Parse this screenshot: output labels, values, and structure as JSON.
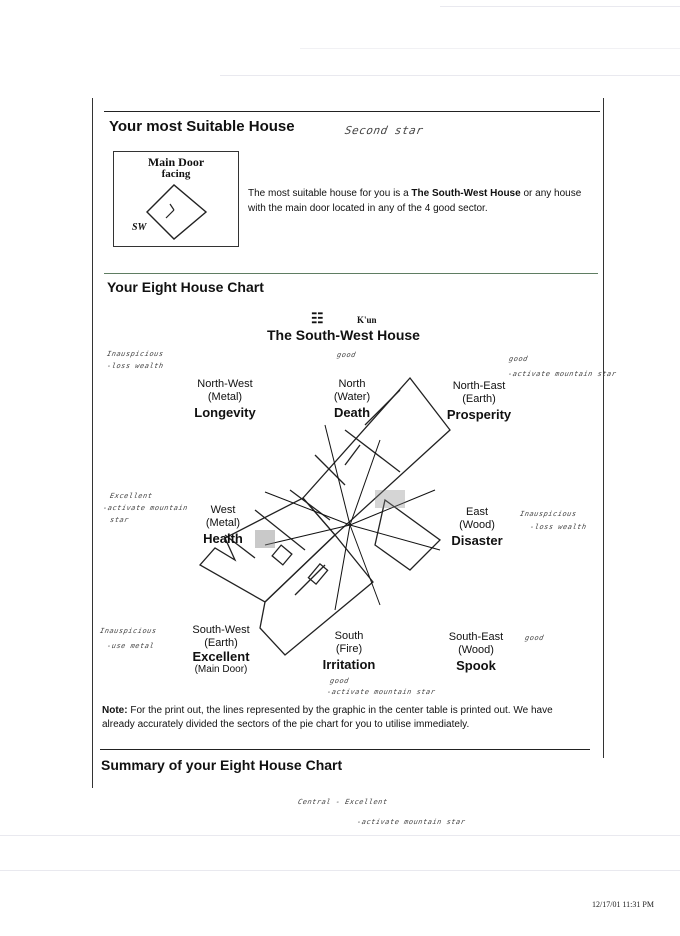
{
  "suitable": {
    "heading": "Your most Suitable House",
    "handnote": "Second star",
    "door_title": "Main Door",
    "door_sub": "facing",
    "door_dir": "SW",
    "text_a": "The most suitable house for you is a ",
    "text_b": "The South-West House",
    "text_c": " or any house with the main door located in any of the 4 good sector."
  },
  "chart": {
    "heading": "Your Eight House Chart",
    "trigram_name": "K'un",
    "house_title": "The South-West House",
    "sectors": [
      {
        "dir": "North-West",
        "element": "(Metal)",
        "quality": "Longevity"
      },
      {
        "dir": "North",
        "element": "(Water)",
        "quality": "Death"
      },
      {
        "dir": "North-East",
        "element": "(Earth)",
        "quality": "Prosperity"
      },
      {
        "dir": "West",
        "element": "(Metal)",
        "quality": "Health"
      },
      {
        "dir": "East",
        "element": "(Wood)",
        "quality": "Disaster"
      },
      {
        "dir": "South-West",
        "element": "(Earth)",
        "quality": "Excellent",
        "extra": "(Main Door)"
      },
      {
        "dir": "South",
        "element": "(Fire)",
        "quality": "Irritation"
      },
      {
        "dir": "South-East",
        "element": "(Wood)",
        "quality": "Spook"
      }
    ],
    "handnotes": {
      "nw_1": "Inauspicious",
      "nw_2": "-loss wealth",
      "n": "good",
      "ne_1": "good",
      "ne_2": "-activate mountain star",
      "w_1": "Excellent",
      "w_2": "-activate mountain",
      "w_3": "star",
      "e_1": "Inauspicious",
      "e_2": "-loss wealth",
      "sw_1": "Inauspicious",
      "sw_2": "-use metal",
      "se": "good",
      "s_1": "good",
      "s_2": "-activate mountain star"
    }
  },
  "note": {
    "label": "Note:",
    "text": " For the print out, the lines represented by the graphic in the center table is printed out. We have already accurately divided the sectors of the pie chart for you to utilise immediately."
  },
  "summary": {
    "heading": "Summary of your Eight House Chart",
    "hand_1": "Central - Excellent",
    "hand_2": "-activate mountain star"
  },
  "timestamp": "12/17/01 11:31 PM"
}
